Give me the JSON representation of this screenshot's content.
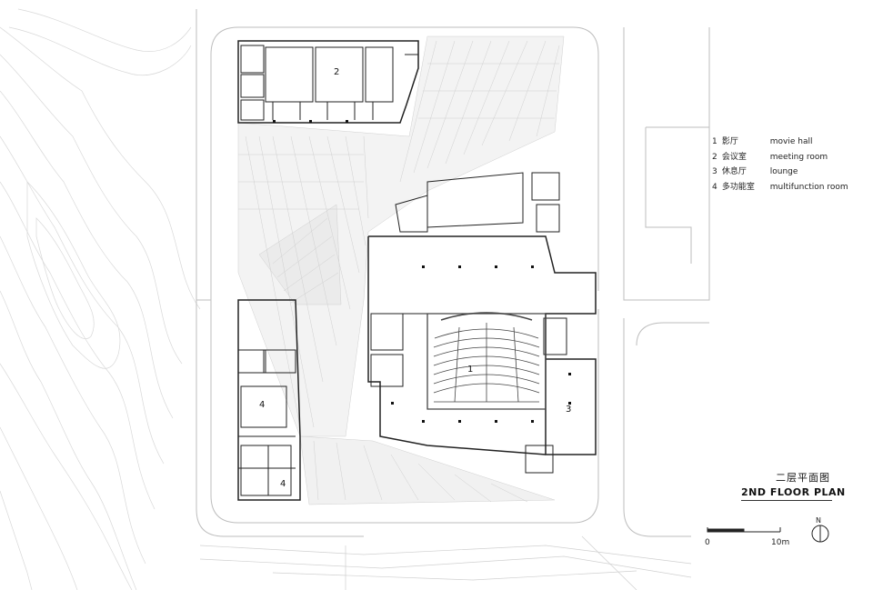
{
  "legend": [
    {
      "num": "1",
      "zh": "影厅",
      "en": "movie hall"
    },
    {
      "num": "2",
      "zh": "会议室",
      "en": "meeting room"
    },
    {
      "num": "3",
      "zh": "休息厅",
      "en": "lounge"
    },
    {
      "num": "4",
      "zh": "多功能室",
      "en": "multifunction room"
    }
  ],
  "title": {
    "zh": "二层平面图",
    "en": "2ND FLOOR PLAN"
  },
  "scale": {
    "start": "0",
    "end": "10m"
  },
  "north": "N",
  "rooms": {
    "r2": "2",
    "r1": "1",
    "r3": "3",
    "r4a": "4",
    "r4b": "4"
  }
}
